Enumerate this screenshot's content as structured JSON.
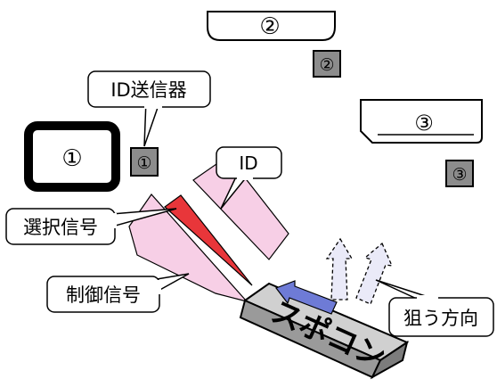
{
  "devices": {
    "device1": {
      "number": "①",
      "id_tag": "①"
    },
    "device2": {
      "number": "②",
      "id_tag": "②"
    },
    "device3": {
      "number": "③",
      "id_tag": "③"
    }
  },
  "callouts": {
    "id_transmitter": "ID送信器",
    "id_signal": "ID",
    "selection_signal": "選択信号",
    "control_signal": "制御信号",
    "aim_direction": "狙う方向"
  },
  "remote": {
    "label": "スポコン"
  },
  "colors": {
    "signal_pink": "#f7cfe6",
    "selection_red": "#e8363a",
    "tag_gray": "#8c8c8c",
    "remote_top": "#d0d0d0",
    "remote_side": "#9a9a9a",
    "arrow_blue": "#6e7bd6",
    "aim_arrow_fill": "#eaeaf8"
  }
}
